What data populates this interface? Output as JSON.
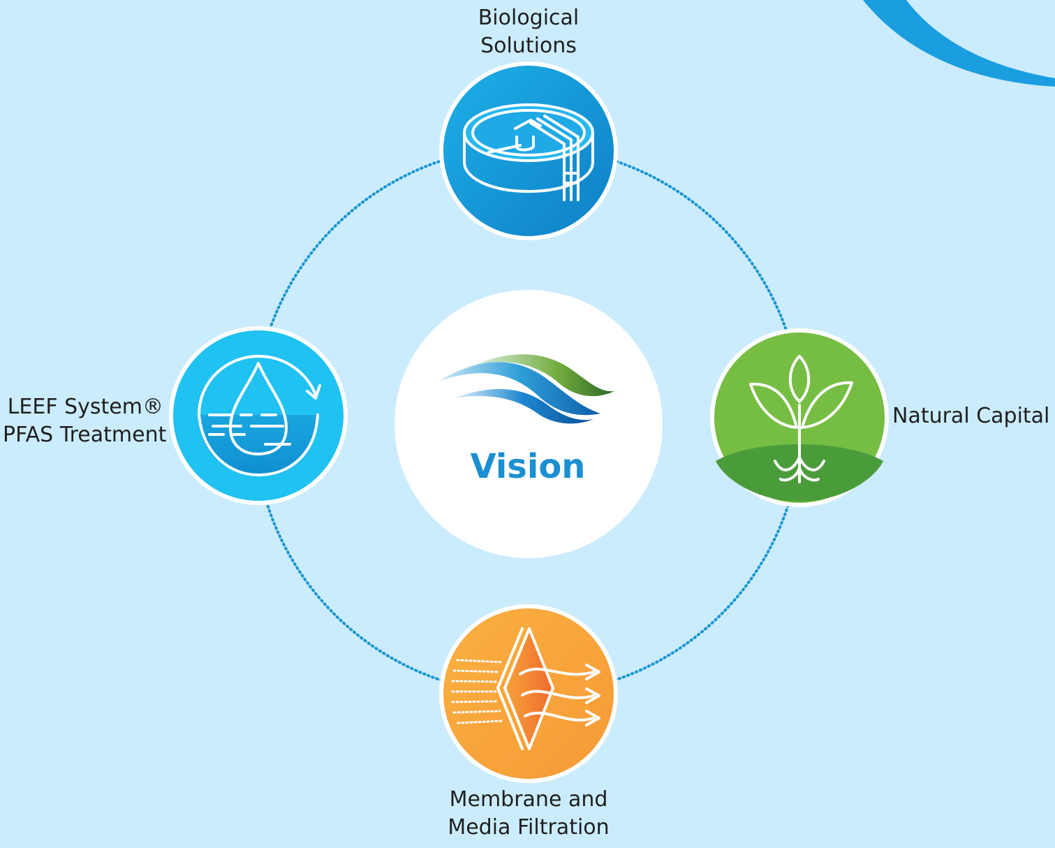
{
  "center": {
    "title": "Vision",
    "logo_icon": "wave-logo-icon"
  },
  "nodes": {
    "top": {
      "line1": "Biological",
      "line2": "Solutions",
      "icon": "clarifier-tank-icon",
      "color": "#1593d4"
    },
    "right": {
      "line1": "Natural Capital",
      "icon": "plant-sprout-icon",
      "color": "#76be43"
    },
    "bottom": {
      "line1": "Membrane and",
      "line2": "Media Filtration",
      "icon": "membrane-filter-icon",
      "color": "#f7a63a"
    },
    "left": {
      "line1": "LEEF System®",
      "line2": "PFAS Treatment",
      "icon": "water-drop-cycle-icon",
      "color": "#1fc2f0"
    }
  },
  "colors": {
    "background": "#cbecfd",
    "ring_dots": "#1a95cf",
    "center_text": "#1a8fd1"
  }
}
